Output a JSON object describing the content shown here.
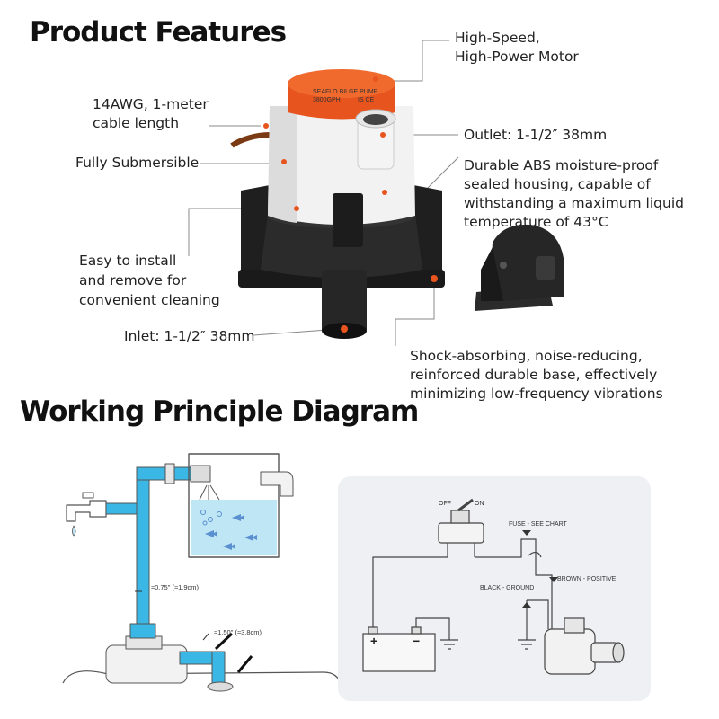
{
  "headings": {
    "product_features": "Product Features",
    "working_principle": "Working Principle Diagram"
  },
  "callouts": {
    "motor": "High-Speed,\nHigh-Power Motor",
    "cable": "14AWG, 1-meter\ncable length",
    "outlet": "Outlet: 1-1/2″ 38mm",
    "submersible": "Fully Submersible",
    "housing": "Durable ABS moisture-proof\nsealed housing, capable of\nwithstanding a maximum liquid\ntemperature of 43°C",
    "install": "Easy to install\nand remove for\nconvenient cleaning",
    "inlet": "Inlet: 1-1/2″ 38mm",
    "base": "Shock-absorbing, noise-reducing,\nreinforced durable base, effectively\nminimizing low-frequency vibrations"
  },
  "pump_label": {
    "brand": "SEAFLO BILGE PUMP",
    "model": "3800GPH",
    "marks": "IS CE"
  },
  "diagram_left": {
    "hose_small": "≈0.75\" (≈1.9cm)",
    "hose_large": "≈1.50\" (≈3.8cm)"
  },
  "diagram_right": {
    "off": "OFF",
    "on": "ON",
    "fuse": "FUSE - SEE CHART",
    "brown": "BROWN - POSITIVE",
    "black": "BLACK - GROUND",
    "plus": "+",
    "minus": "−"
  },
  "colors": {
    "pump_orange": "#e8541e",
    "pump_white": "#f2f2f2",
    "pump_black": "#2a2a2a",
    "pipe_blue": "#3bb7e6",
    "water_blue": "#bfe6f5"
  }
}
